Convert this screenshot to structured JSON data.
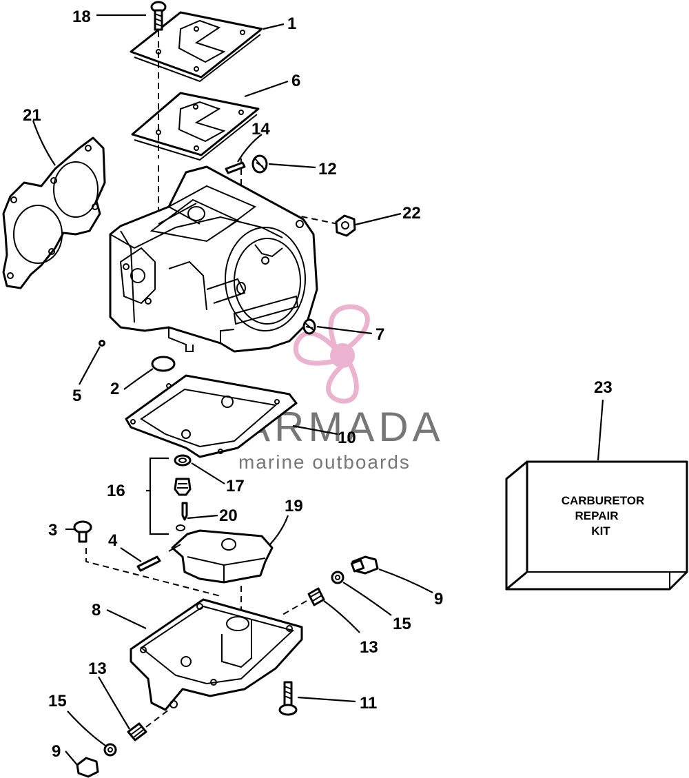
{
  "callouts": {
    "c1": "1",
    "c2": "2",
    "c3": "3",
    "c4": "4",
    "c5": "5",
    "c6": "6",
    "c7": "7",
    "c8": "8",
    "c9a": "9",
    "c9b": "9",
    "c10": "10",
    "c11": "11",
    "c12": "12",
    "c13a": "13",
    "c13b": "13",
    "c14": "14",
    "c15a": "15",
    "c15b": "15",
    "c16": "16",
    "c17": "17",
    "c18": "18",
    "c19": "19",
    "c20": "20",
    "c21": "21",
    "c22": "22",
    "c23": "23"
  },
  "kit": {
    "line1": "CARBURETOR",
    "line2": "REPAIR",
    "line3": "KIT"
  },
  "watermark": {
    "brand": "ARMADA",
    "tagline": "marine outboards",
    "brand_color": "#e8a6c8"
  }
}
